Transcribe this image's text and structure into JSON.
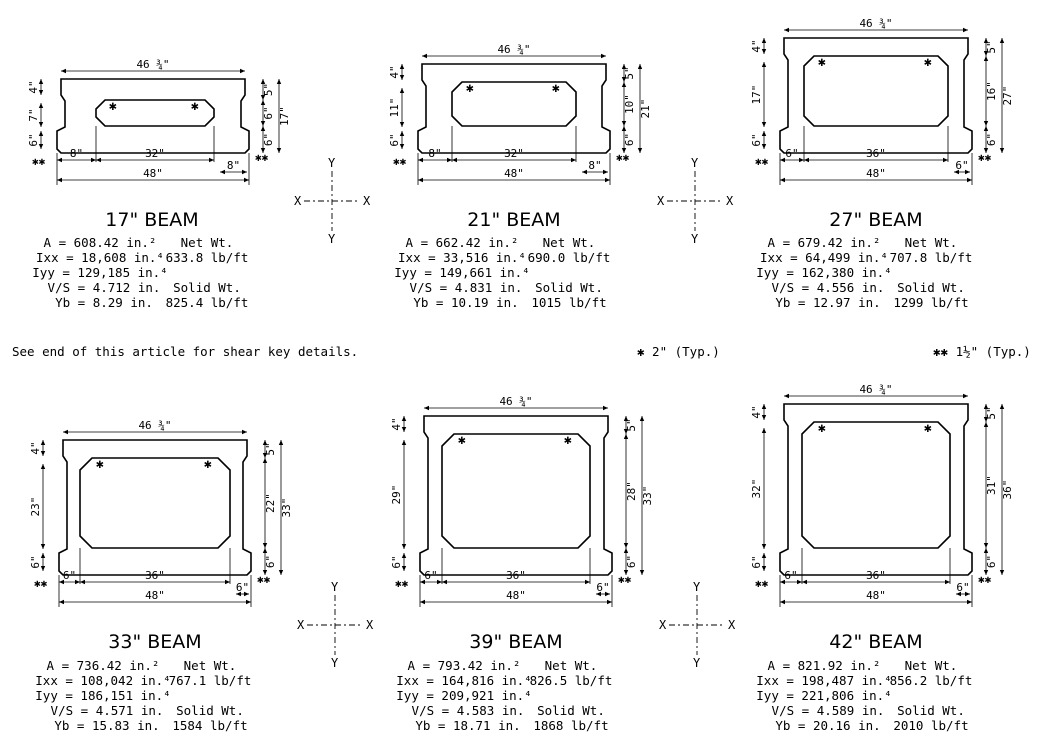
{
  "beams": [
    {
      "title": "17\" BEAM",
      "A": "A = 608.42 in.²",
      "Ixx": "Ixx = 18,608 in.⁴",
      "Iyy": "Iyy = 129,185 in.⁴",
      "VS": "V/S = 4.712 in.",
      "Yb": "Yb = 8.29 in.",
      "net_label": "Net Wt.",
      "net": "633.8 lb/ft",
      "solid_label": "Solid Wt.",
      "solid": "825.4 lb/ft",
      "dims": {
        "top_width": "46 ¾\"",
        "bottom_width": "48\"",
        "void_width": "32\"",
        "edge": "8\"",
        "edge_right": "8\"",
        "top_flange": "4\"",
        "height": "17\"",
        "void_h": "7\"",
        "right_top": "5\"",
        "right_mid": "6\"",
        "bottom": "6\"",
        "right_bottom": "6\""
      }
    },
    {
      "title": "21\" BEAM",
      "A": "A = 662.42 in.²",
      "Ixx": "Ixx = 33,516 in.⁴",
      "Iyy": "Iyy = 149,661 in.⁴",
      "VS": "V/S = 4.831 in.",
      "Yb": "Yb = 10.19 in.",
      "net_label": "Net Wt.",
      "net": "690.0 lb/ft",
      "solid_label": "Solid Wt.",
      "solid": "1015 lb/ft",
      "dims": {
        "top_width": "46 ¾\"",
        "bottom_width": "48\"",
        "void_width": "32\"",
        "edge": "8\"",
        "edge_right": "8\"",
        "top_flange": "4\"",
        "height": "21\"",
        "void_h": "11\"",
        "right_top": "5\"",
        "right_mid": "10\"",
        "bottom": "6\"",
        "right_bottom": "6\""
      }
    },
    {
      "title": "27\" BEAM",
      "A": "A = 679.42 in.²",
      "Ixx": "Ixx = 64,499 in.⁴",
      "Iyy": "Iyy = 162,380 in.⁴",
      "VS": "V/S = 4.556 in.",
      "Yb": "Yb = 12.97 in.",
      "net_label": "Net Wt.",
      "net": "707.8 lb/ft",
      "solid_label": "Solid Wt.",
      "solid": "1299 lb/ft",
      "dims": {
        "top_width": "46 ¾\"",
        "bottom_width": "48\"",
        "void_width": "36\"",
        "edge": "6\"",
        "edge_right": "6\"",
        "top_flange": "4\"",
        "height": "27\"",
        "void_h": "17\"",
        "right_top": "5\"",
        "right_mid": "16\"",
        "bottom": "6\"",
        "right_bottom": "6\""
      }
    },
    {
      "title": "33\" BEAM",
      "A": "A = 736.42 in.²",
      "Ixx": "Ixx = 108,042 in.⁴",
      "Iyy": "Iyy = 186,151 in.⁴",
      "VS": "V/S = 4.571 in.",
      "Yb": "Yb = 15.83 in.",
      "net_label": "Net Wt.",
      "net": "767.1 lb/ft",
      "solid_label": "Solid Wt.",
      "solid": "1584 lb/ft",
      "dims": {
        "top_width": "46 ¾\"",
        "bottom_width": "48\"",
        "void_width": "36\"",
        "edge": "6\"",
        "edge_right": "6\"",
        "top_flange": "4\"",
        "height": "33\"",
        "void_h": "23\"",
        "right_top": "5\"",
        "right_mid": "22\"",
        "bottom": "6\"",
        "right_bottom": "6\""
      }
    },
    {
      "title": "39\" BEAM",
      "A": "A = 793.42 in.²",
      "Ixx": "Ixx = 164,816 in.⁴",
      "Iyy": "Iyy = 209,921 in.⁴",
      "VS": "V/S = 4.583 in.",
      "Yb": "Yb = 18.71 in.",
      "net_label": "Net Wt.",
      "net": "826.5 lb/ft",
      "solid_label": "Solid Wt.",
      "solid": "1868 lb/ft",
      "dims": {
        "top_width": "46 ¾\"",
        "bottom_width": "48\"",
        "void_width": "36\"",
        "edge": "6\"",
        "edge_right": "6\"",
        "top_flange": "4\"",
        "height": "33\"",
        "void_h": "29\"",
        "right_top": "5\"",
        "right_mid": "28\"",
        "bottom": "6\"",
        "right_bottom": "6\""
      }
    },
    {
      "title": "42\" BEAM",
      "A": "A = 821.92 in.²",
      "Ixx": "Ixx = 198,487 in.⁴",
      "Iyy": "Iyy = 221,806 in.⁴",
      "VS": "V/S = 4.589 in.",
      "Yb": "Yb = 20.16 in.",
      "net_label": "Net Wt.",
      "net": "856.2 lb/ft",
      "solid_label": "Solid Wt.",
      "solid": "2010 lb/ft",
      "dims": {
        "top_width": "46 ¾\"",
        "bottom_width": "48\"",
        "void_width": "36\"",
        "edge": "6\"",
        "edge_right": "6\"",
        "top_flange": "4\"",
        "height": "36\"",
        "void_h": "32\"",
        "right_top": "5\"",
        "right_mid": "31\"",
        "bottom": "6\"",
        "right_bottom": "6\""
      }
    }
  ],
  "axis": {
    "x": "X",
    "y": "Y"
  },
  "notes": {
    "shear_key": "See end of this article for shear key details.",
    "single_star": "✱ 2\" (Typ.)",
    "double_star": "✱✱ 1½\" (Typ.)"
  },
  "marks": {
    "single": "✱",
    "double": "✱✱"
  }
}
